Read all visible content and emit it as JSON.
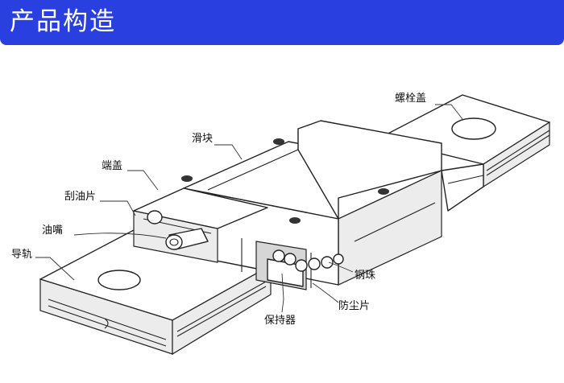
{
  "header": {
    "title": "产品构造"
  },
  "labels": {
    "slider": "滑块",
    "bolt_cap": "螺栓盖",
    "end_cap": "端盖",
    "scraper": "刮油片",
    "grease_nipple": "油嘴",
    "guide_rail": "导轨",
    "retainer": "保持器",
    "steel_ball": "钢珠",
    "dust_seal": "防尘片"
  },
  "colors": {
    "header_bg": "#2a3fe0",
    "line": "#222222"
  }
}
